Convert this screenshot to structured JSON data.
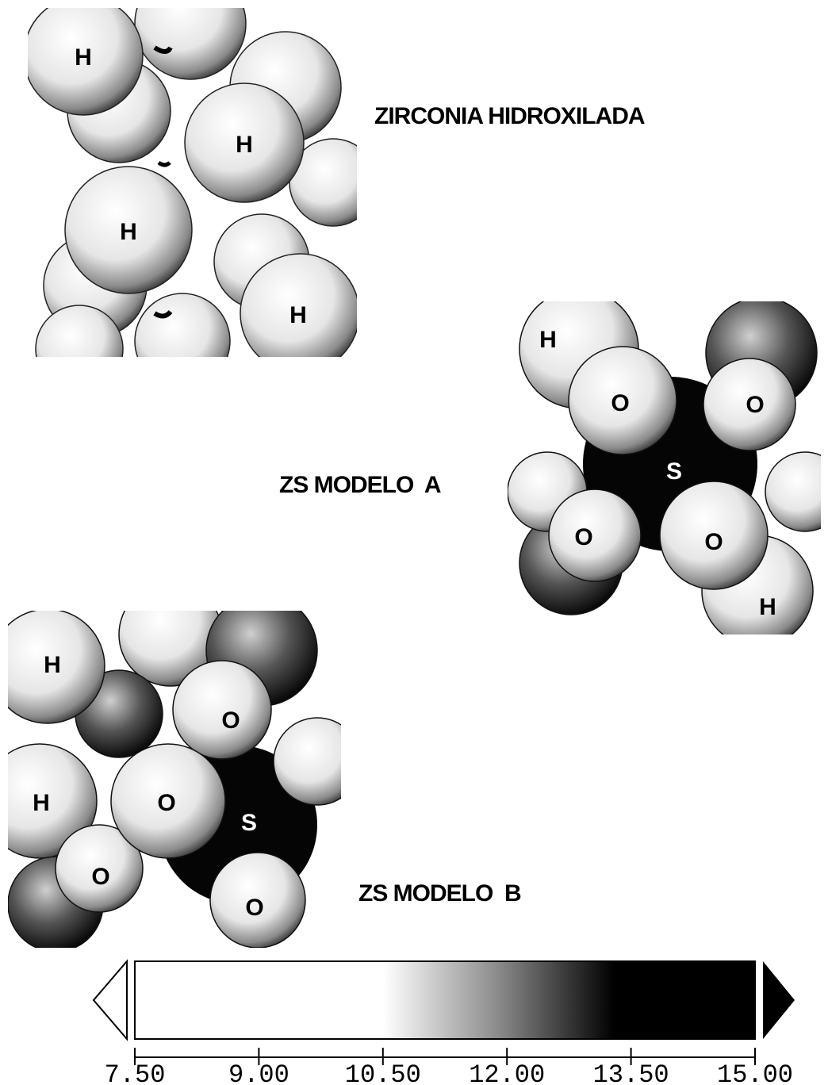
{
  "panels": [
    {
      "caption": "ZIRCONIA HIDROXILADA",
      "labels": [
        "H",
        "H",
        "H",
        "H"
      ]
    },
    {
      "caption": "ZS MODELO  A",
      "labels": [
        "H",
        "O",
        "O",
        "S",
        "O",
        "O",
        "H"
      ]
    },
    {
      "caption": "ZS MODELO  B",
      "labels": [
        "H",
        "O",
        "H",
        "O",
        "S",
        "O",
        "O"
      ]
    }
  ],
  "colorbar": {
    "ticks": [
      "7.50",
      "9.00",
      "10.50",
      "12.00",
      "13.50",
      "15.00"
    ],
    "min": 7.5,
    "max": 15.0,
    "gradient_start": 10.5,
    "gradient_end": 13.3,
    "colors": {
      "low": "#ffffff",
      "high": "#000000"
    }
  }
}
